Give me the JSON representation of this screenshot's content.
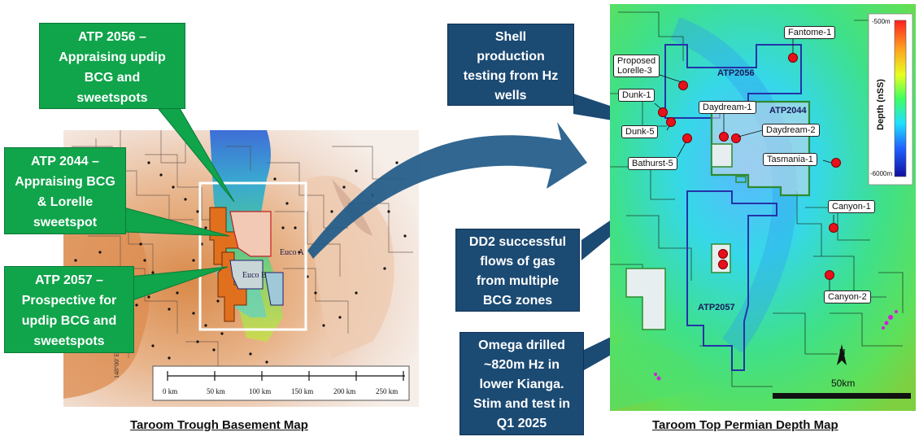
{
  "left_map": {
    "caption": "Taroom Trough Basement Map",
    "scale_labels": [
      "0 km",
      "50 km",
      "100 km",
      "150 km",
      "200 km",
      "250 km"
    ],
    "lines": [
      "Euco A",
      "Euco B"
    ]
  },
  "callouts_left": {
    "atp2056": [
      "ATP 2056 –",
      "Appraising updip",
      "BCG and",
      "sweetspots"
    ],
    "atp2044": [
      "ATP 2044 –",
      "Appraising BCG",
      "& Lorelle",
      "sweetspot"
    ],
    "atp2057": [
      "ATP 2057 –",
      "Prospective for",
      "updip BCG and",
      "sweetspots"
    ]
  },
  "callouts_mid": {
    "shell": [
      "Shell",
      "production",
      "testing from Hz",
      "wells"
    ],
    "dd2": [
      "DD2 successful",
      "flows of gas",
      "from multiple",
      "BCG zones"
    ],
    "omega": [
      "Omega drilled",
      "~820m Hz in",
      "lower Kianga.",
      "Stim and test in",
      "Q1 2025"
    ]
  },
  "right_map": {
    "caption": "Taroom Top Permian Depth Map",
    "permits": [
      "ATP2056",
      "ATP2044",
      "ATP2057"
    ],
    "wells": [
      "Fantome-1",
      "Proposed\nLorelle-3",
      "Dunk-1",
      "Daydream-1",
      "Daydream-2",
      "Dunk-5",
      "Bathurst-5",
      "Tasmania-1",
      "Canyon-1",
      "Canyon-2"
    ],
    "legend": {
      "title": "Depth (nSS)",
      "top": "-500m",
      "bottom": "-6000m"
    },
    "north": "N",
    "scale": "50km"
  },
  "colors": {
    "callout_green": "#10a44b",
    "callout_navy": "#1b4a73",
    "well_marker": "#e8101a",
    "permit_outline_green": "#2f8a2f",
    "permit_outline_blue": "#2433a8"
  }
}
